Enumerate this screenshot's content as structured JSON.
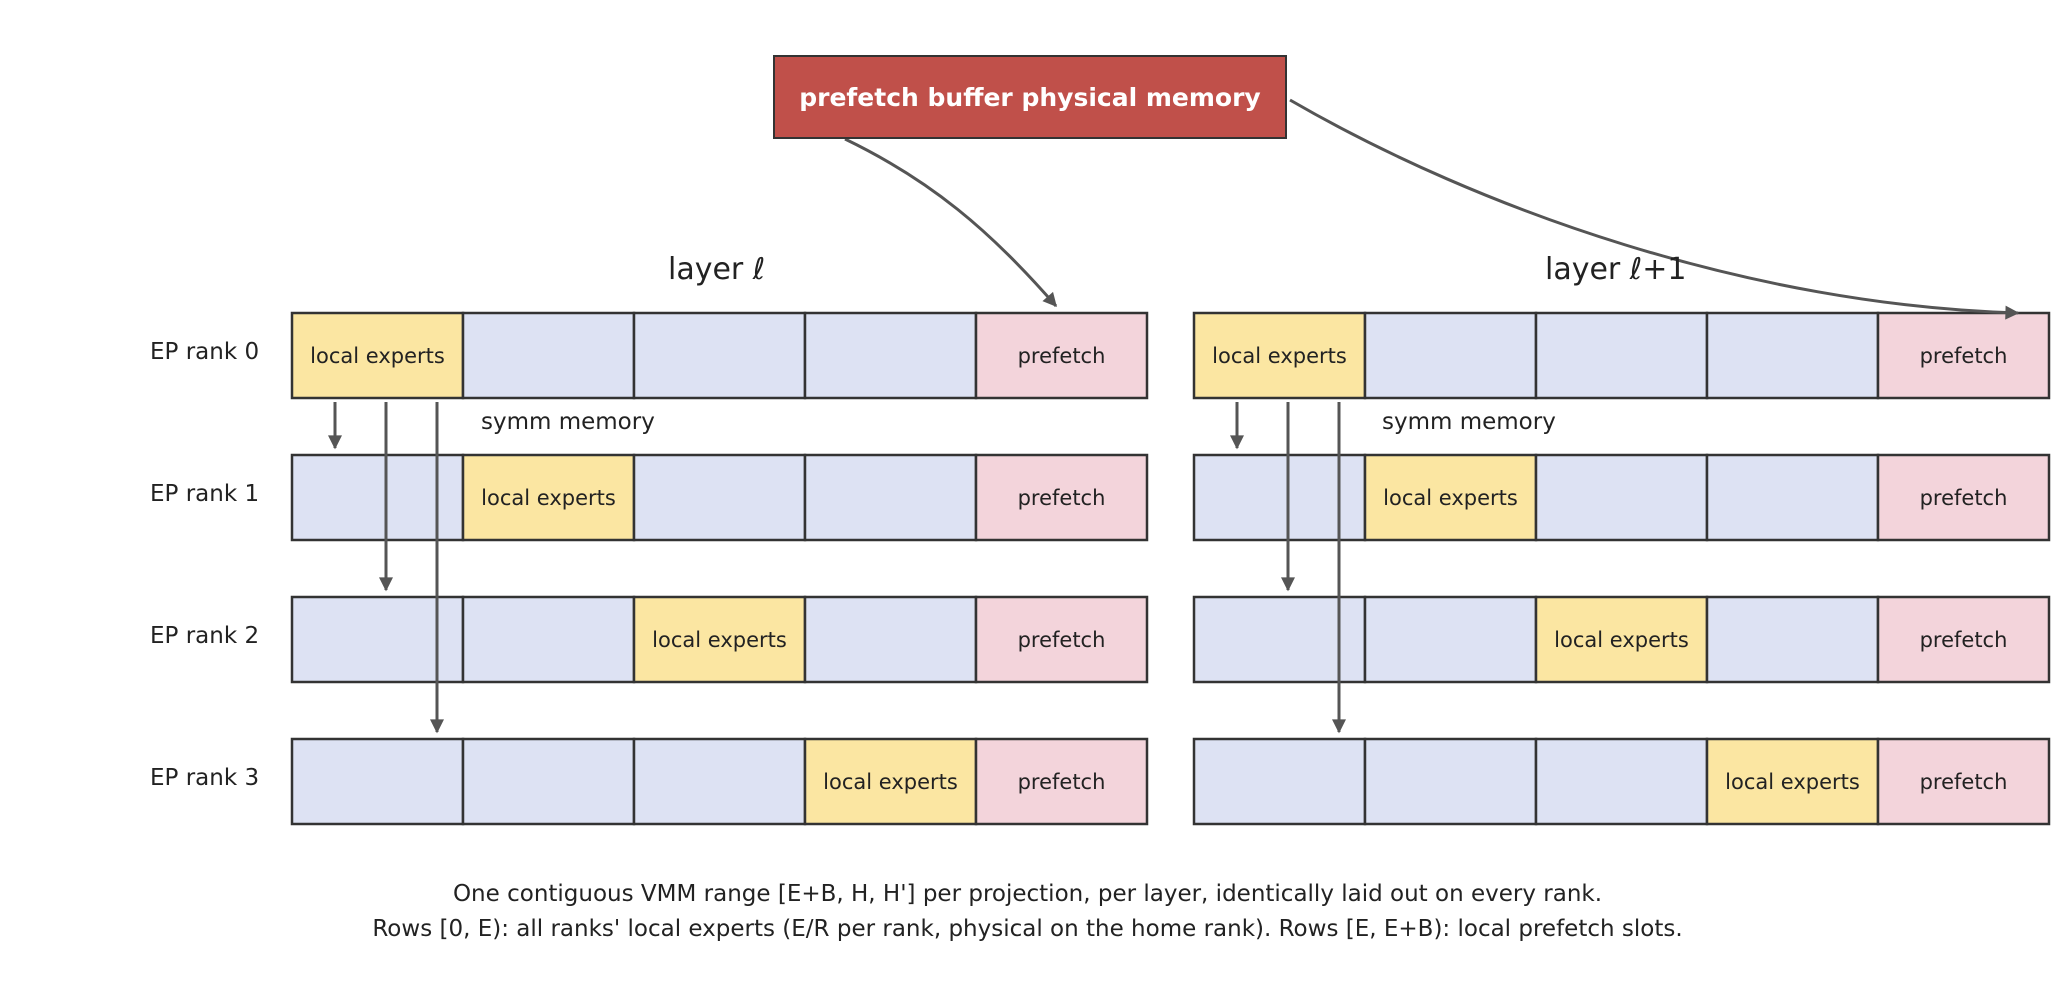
{
  "header": {
    "top_box_label": "prefetch buffer physical memory"
  },
  "layers": [
    {
      "title": "layer ℓ",
      "symm_label": "symm memory"
    },
    {
      "title": "layer ℓ+1",
      "symm_label": "symm memory"
    }
  ],
  "ranks": [
    "EP rank 0",
    "EP rank 1",
    "EP rank 2",
    "EP rank 3"
  ],
  "block_labels": {
    "local": "local experts",
    "prefetch": "prefetch"
  },
  "colors": {
    "local": "#fbe6a2",
    "remote": "#dde2f3",
    "prefetch": "#f3d4db",
    "top_box": "#c0504a",
    "border": "#333333",
    "arrow": "#555555"
  },
  "caption": {
    "line1": "One contiguous VMM range [E+B, H, H'] per projection, per layer, identically laid out on every rank.",
    "line2": "Rows [0, E): all ranks' local experts (E/R per rank, physical on the home rank). Rows [E, E+B): local prefetch slots."
  }
}
